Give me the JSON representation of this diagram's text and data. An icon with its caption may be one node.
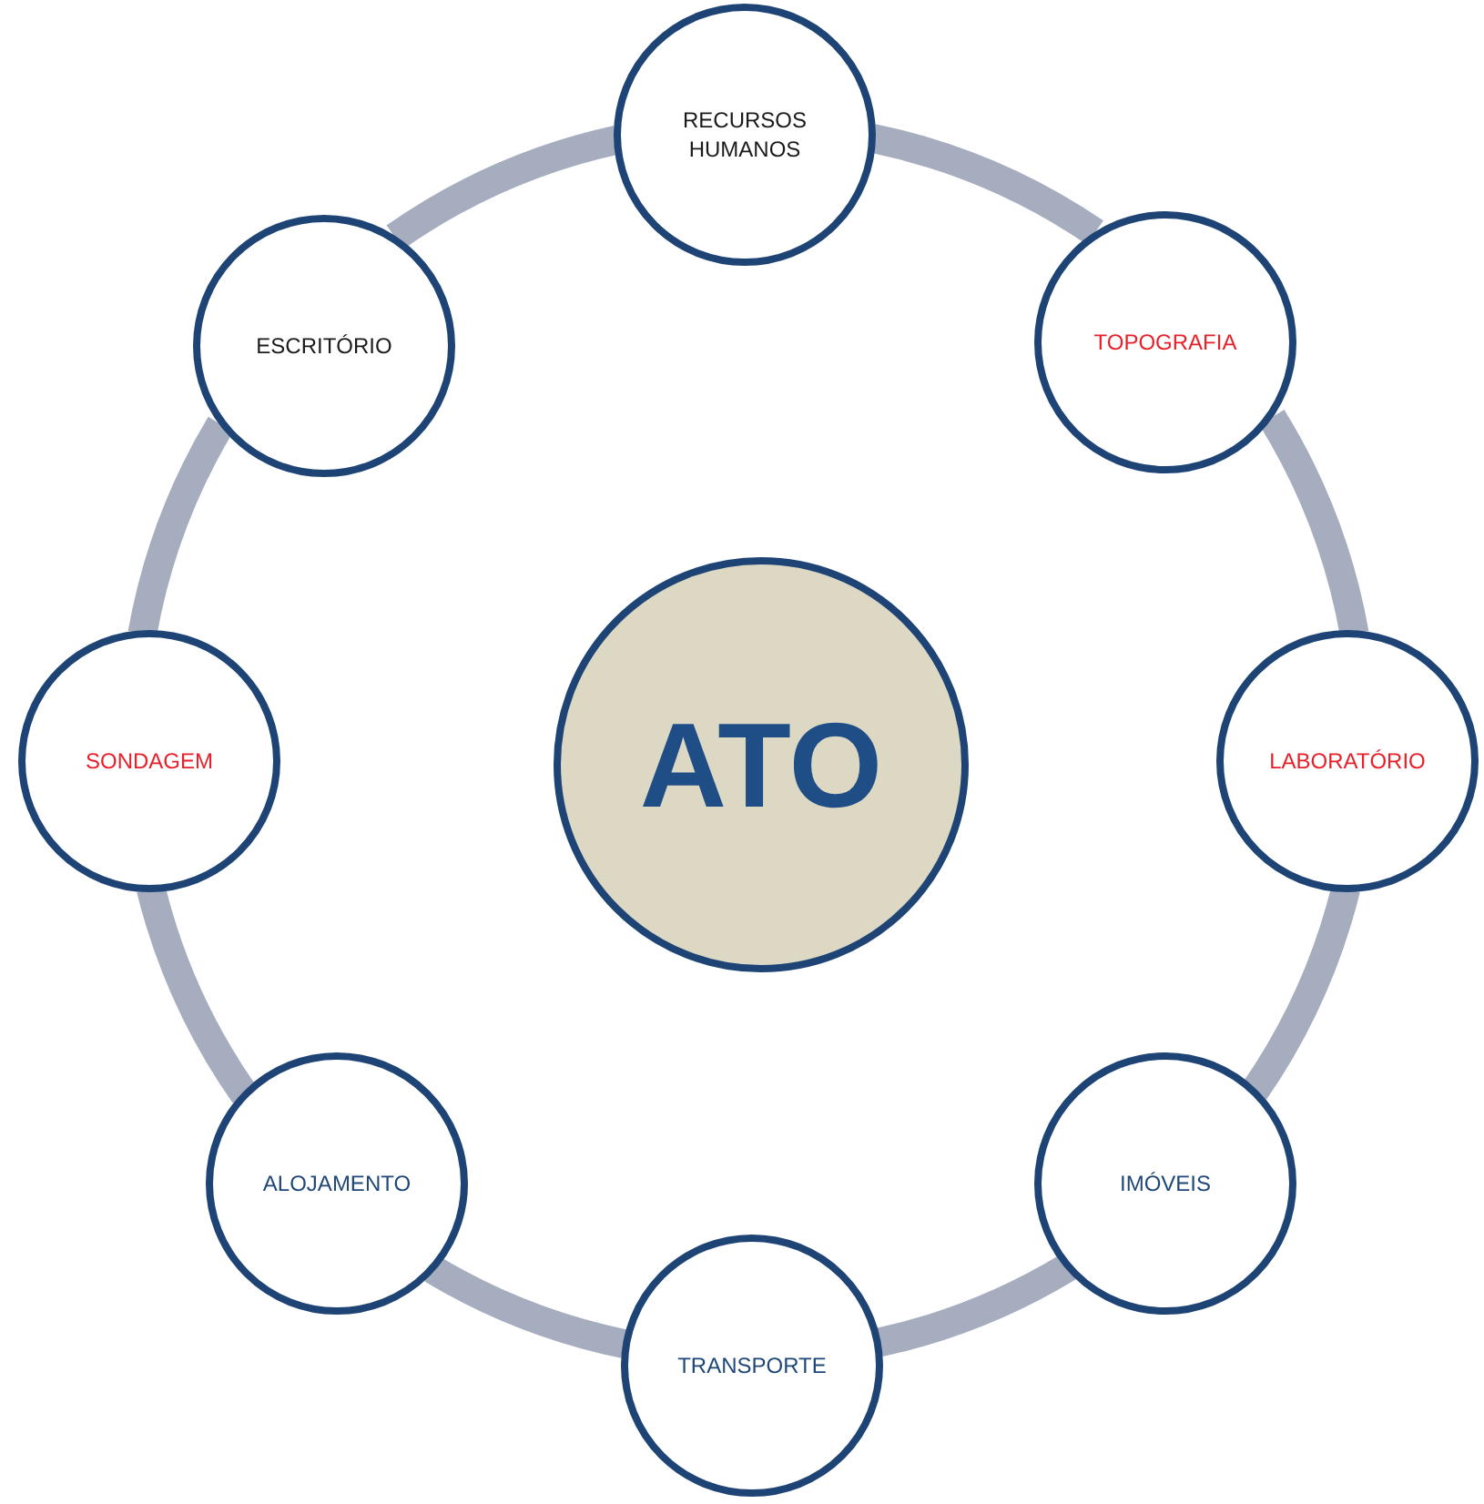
{
  "diagram": {
    "nodes": [
      {
        "text": [
          "RECURSOS HUMANOS"
        ]
      },
      {
        "text": [
          "ESCRITÓRIO"
        ]
      },
      {
        "text": [
          "TOPOGRAFIA"
        ]
      },
      {
        "text": [
          "SONDAGEM"
        ]
      },
      {
        "text": [
          "ATO"
        ]
      },
      {
        "text": [
          "LABORATÓRIO"
        ]
      },
      {
        "text": [
          "ALOJAMENTO"
        ]
      },
      {
        "text": [
          "IMÓVEIS"
        ]
      },
      {
        "text": [
          "TRANSPORTE"
        ]
      }
    ],
    "edges": [
      {
        "from": 0,
        "to": 2,
        "arrow": "none"
      },
      {
        "from": 2,
        "to": 5,
        "arrow": "none"
      },
      {
        "from": 5,
        "to": 7,
        "arrow": "none"
      },
      {
        "from": 7,
        "to": 8,
        "arrow": "none"
      },
      {
        "from": 8,
        "to": 6,
        "arrow": "none"
      },
      {
        "from": 6,
        "to": 3,
        "arrow": "none"
      },
      {
        "from": 3,
        "to": 1,
        "arrow": "none"
      },
      {
        "from": 1,
        "to": 0,
        "arrow": "none"
      }
    ]
  }
}
